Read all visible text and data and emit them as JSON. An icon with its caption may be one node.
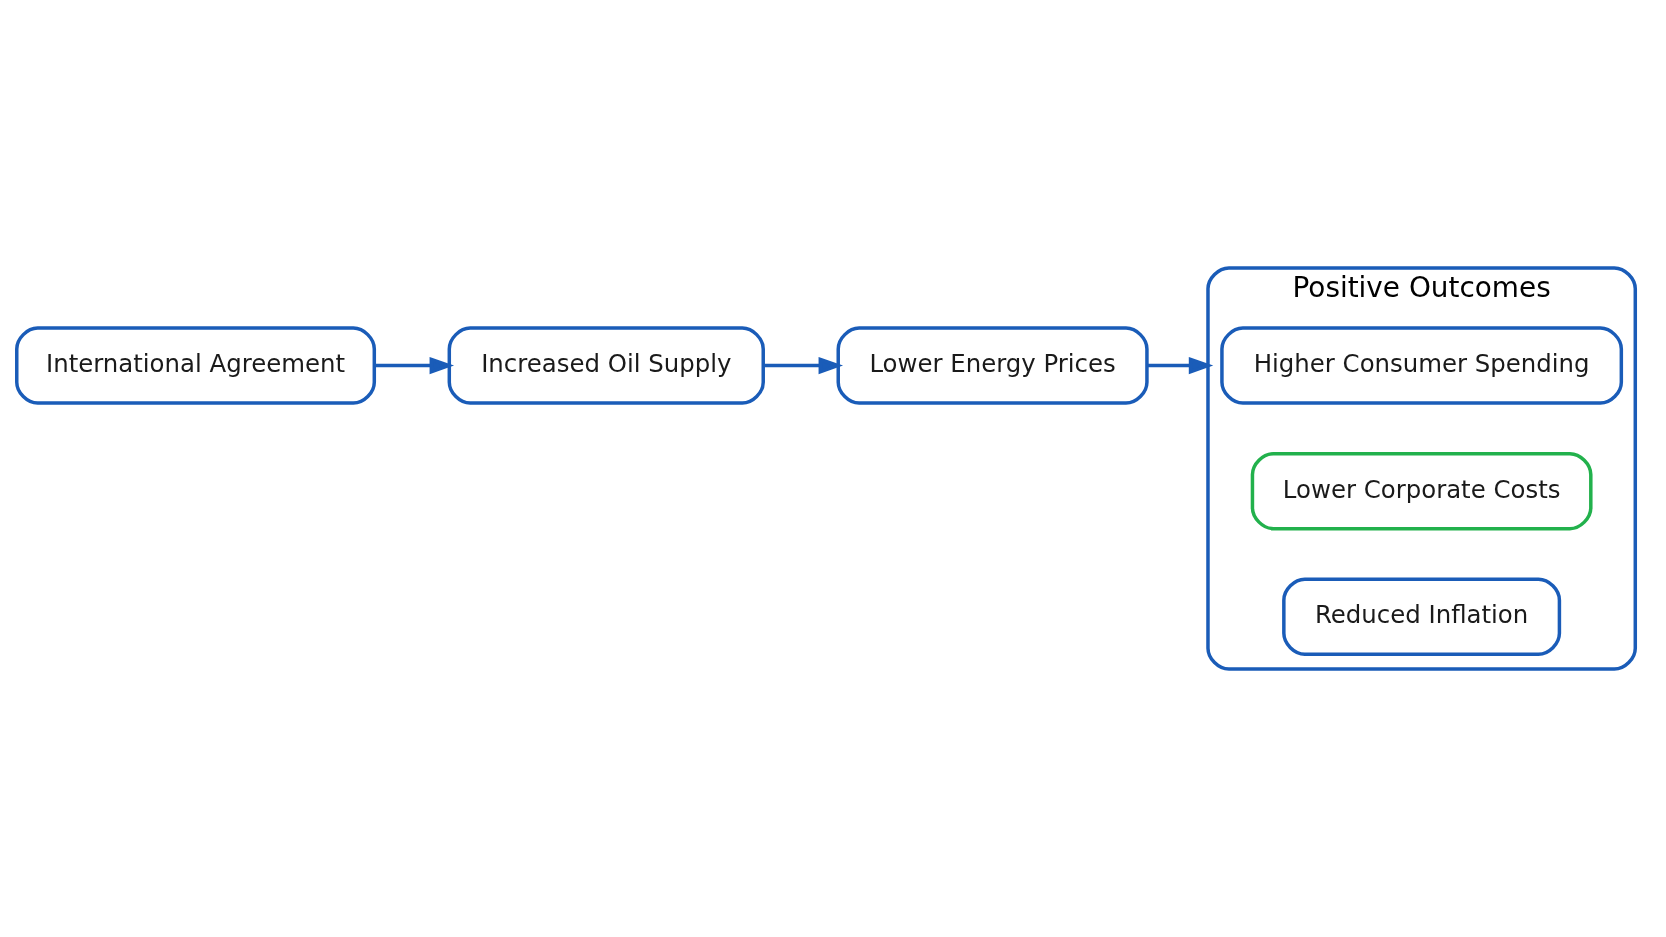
{
  "diagram": {
    "nodes": [
      {
        "text": [
          "International Agreement"
        ]
      },
      {
        "text": [
          "Increased Oil Supply"
        ]
      },
      {
        "text": [
          "Lower Energy Prices"
        ]
      },
      {
        "text": [
          "Positive Outcomes"
        ]
      },
      {
        "text": [
          "Higher Consumer Spending"
        ],
        "in": 3
      },
      {
        "text": [
          "Lower Corporate Costs"
        ],
        "in": 3
      },
      {
        "text": [
          "Reduced Inflation"
        ],
        "in": 3
      }
    ],
    "edges": [
      {
        "from": 0,
        "to": 1,
        "arrow": "to"
      },
      {
        "from": 1,
        "to": 2,
        "arrow": "to"
      },
      {
        "from": 2,
        "to": 3,
        "arrow": "to"
      }
    ]
  }
}
